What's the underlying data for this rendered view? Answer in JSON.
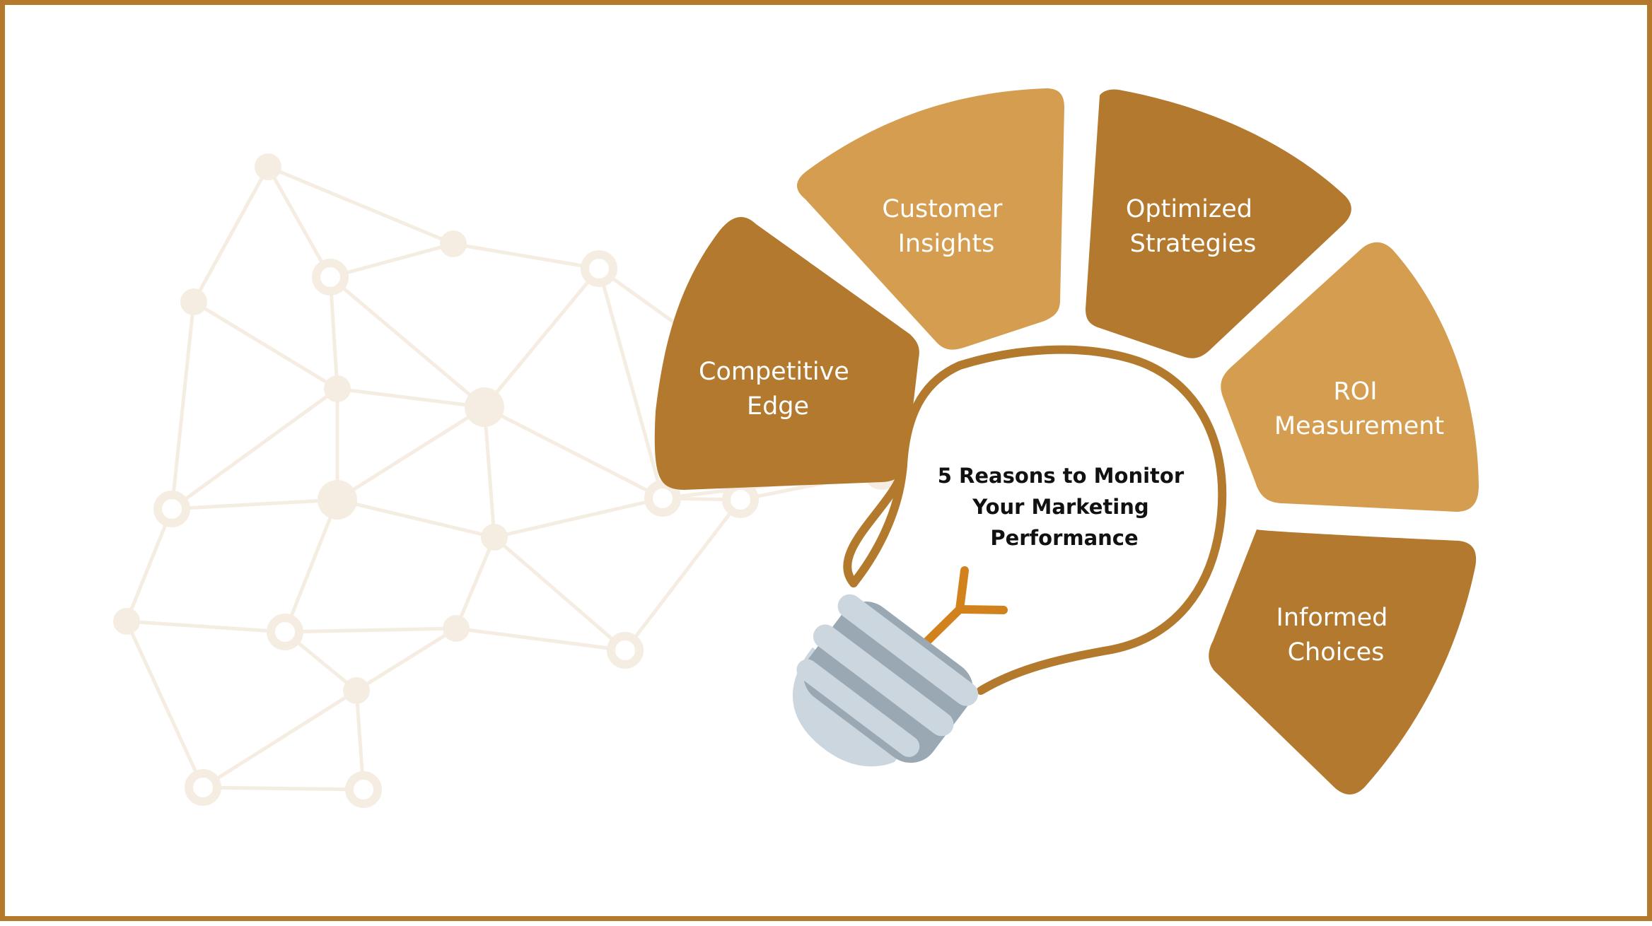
{
  "diagram": {
    "center_title_lines": [
      "5 Reasons to Monitor",
      "Your Marketing",
      "Performance"
    ],
    "segments": [
      {
        "id": "competitive-edge",
        "lines": [
          "Competitive",
          "Edge"
        ],
        "color": "#b3792e"
      },
      {
        "id": "customer-insights",
        "lines": [
          "Customer",
          "Insights"
        ],
        "color": "#d49d50"
      },
      {
        "id": "optimized-strategies",
        "lines": [
          "Optimized",
          "Strategies"
        ],
        "color": "#b3792e"
      },
      {
        "id": "roi-measurement",
        "lines": [
          "ROI",
          "Measurement"
        ],
        "color": "#d49d50"
      },
      {
        "id": "informed-choices",
        "lines": [
          "Informed",
          "Choices"
        ],
        "color": "#b3792e"
      }
    ]
  },
  "colors": {
    "border": "#b37a2e",
    "dark_segment": "#b3792e",
    "light_segment": "#d49d50",
    "bulb_outline": "#b37a2e",
    "network": "#f5ede2",
    "bulb_base_light": "#cbd6df",
    "bulb_base_dark": "#9aa8b3",
    "filament": "#d1821c"
  },
  "icons": {
    "background": "network-graph-icon",
    "center": "light-bulb-icon"
  }
}
